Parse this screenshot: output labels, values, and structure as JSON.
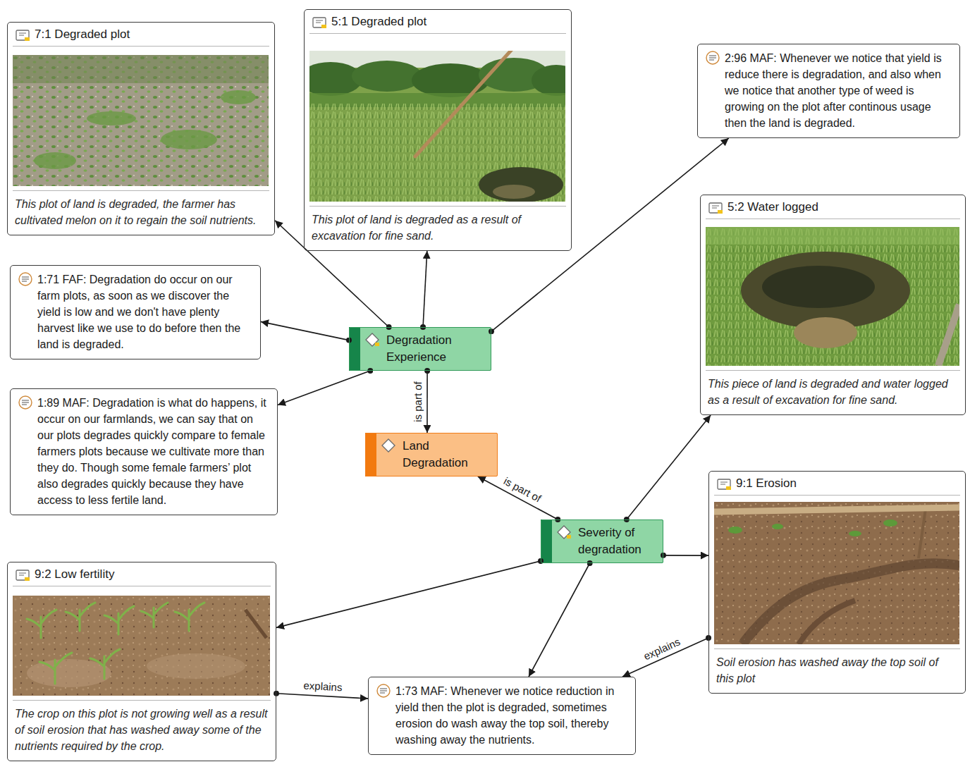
{
  "diagram": {
    "nodes": [
      {
        "text": [
          "7:1 Degraded plot",
          "This plot of land is degraded, the farmer has cultivated melon on it to regain the soil nutrients."
        ]
      },
      {
        "text": [
          "5:1 Degraded plot",
          "This plot of land is degraded as a result of excavation for fine sand."
        ]
      },
      {
        "text": [
          "2:96 MAF: Whenever we notice that yield is reduce there is degradation, and also when we notice that another type of weed is growing on the plot after continous usage then the land is degraded."
        ]
      },
      {
        "text": [
          "5:2 Water logged",
          "This piece of land is degraded and water logged as a result of excavation for fine sand."
        ]
      },
      {
        "text": [
          "1:71 FAF: Degradation do occur on our farm plots, as soon as we discover the yield is low and we don't have plenty harvest like we use to do before then the land is degraded."
        ]
      },
      {
        "text": [
          "Degradation Experience"
        ]
      },
      {
        "text": [
          "1:89 MAF: Degradation is what do happens, it occur on our farmlands, we can say that on our plots degrades quickly compare to female farmers plots because we cultivate more than they do. Though some female farmers’ plot also degrades quickly because they have access to less fertile land."
        ]
      },
      {
        "text": [
          "Land Degradation"
        ]
      },
      {
        "text": [
          "9:1 Erosion",
          "Soil erosion has washed away the top soil of this plot"
        ]
      },
      {
        "text": [
          "Severity of degradation"
        ]
      },
      {
        "text": [
          "9:2 Low fertility",
          "The crop on this plot is not growing well as a result of soil erosion that has washed away some of the nutrients required by the crop."
        ]
      },
      {
        "text": [
          "1:73 MAF: Whenever we notice reduction in yield then the plot is degraded, sometimes erosion do wash away the top soil, thereby washing away the nutrients."
        ]
      }
    ],
    "edges": [
      {
        "from": 5,
        "to": 0,
        "arrow": "to"
      },
      {
        "from": 5,
        "to": 1,
        "arrow": "to"
      },
      {
        "from": 5,
        "to": 2,
        "arrow": "to"
      },
      {
        "from": 5,
        "to": 4,
        "arrow": "to"
      },
      {
        "from": 5,
        "to": 6,
        "arrow": "to"
      },
      {
        "from": 5,
        "to": 7,
        "label": "is part of",
        "arrow": "to"
      },
      {
        "from": 9,
        "to": 7,
        "label": "is part of",
        "arrow": "to"
      },
      {
        "from": 9,
        "to": 3,
        "arrow": "to"
      },
      {
        "from": 9,
        "to": 8,
        "arrow": "to"
      },
      {
        "from": 9,
        "to": 10,
        "arrow": "to"
      },
      {
        "from": 9,
        "to": 11,
        "arrow": "to"
      },
      {
        "from": 10,
        "to": 11,
        "label": "explains",
        "arrow": "to"
      },
      {
        "from": 8,
        "to": 11,
        "label": "explains",
        "arrow": "to"
      }
    ]
  }
}
